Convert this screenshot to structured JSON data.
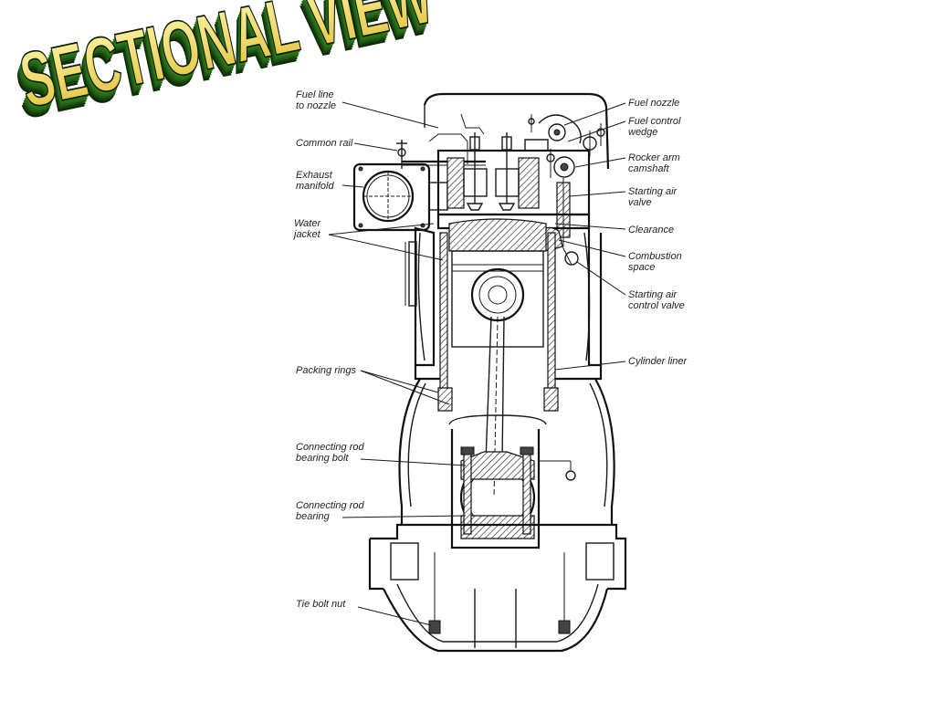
{
  "title": {
    "text": "SECTIONAL VIEWS",
    "colors": {
      "face_top": "#fff6a8",
      "face_bottom": "#e2bf3a",
      "extrusion": "#1f5a12",
      "extrusion_dark": "#0c2a06",
      "outline": "#0a1f05"
    }
  },
  "diagram": {
    "labels": {
      "fuel_line": [
        "Fuel line",
        "to nozzle"
      ],
      "common_rail": [
        "Common rail"
      ],
      "exhaust_manifold": [
        "Exhaust",
        "manifold"
      ],
      "water_jacket": [
        "Water",
        "jacket"
      ],
      "packing_rings": [
        "Packing rings"
      ],
      "con_rod_bolt": [
        "Connecting rod",
        "bearing bolt"
      ],
      "con_rod_bearing": [
        "Connecting rod",
        "bearing"
      ],
      "tie_bolt_nut": [
        "Tie bolt nut"
      ],
      "fuel_nozzle": [
        "Fuel nozzle"
      ],
      "fuel_control_wedge": [
        "Fuel control",
        "wedge"
      ],
      "rocker_arm_camshaft": [
        "Rocker arm",
        "camshaft"
      ],
      "starting_air_valve": [
        "Starting air",
        "valve"
      ],
      "clearance": [
        "Clearance"
      ],
      "combustion_space": [
        "Combustion",
        "space"
      ],
      "starting_air_control_valve": [
        "Starting air",
        "control valve"
      ],
      "cylinder_liner": [
        "Cylinder liner"
      ]
    }
  }
}
